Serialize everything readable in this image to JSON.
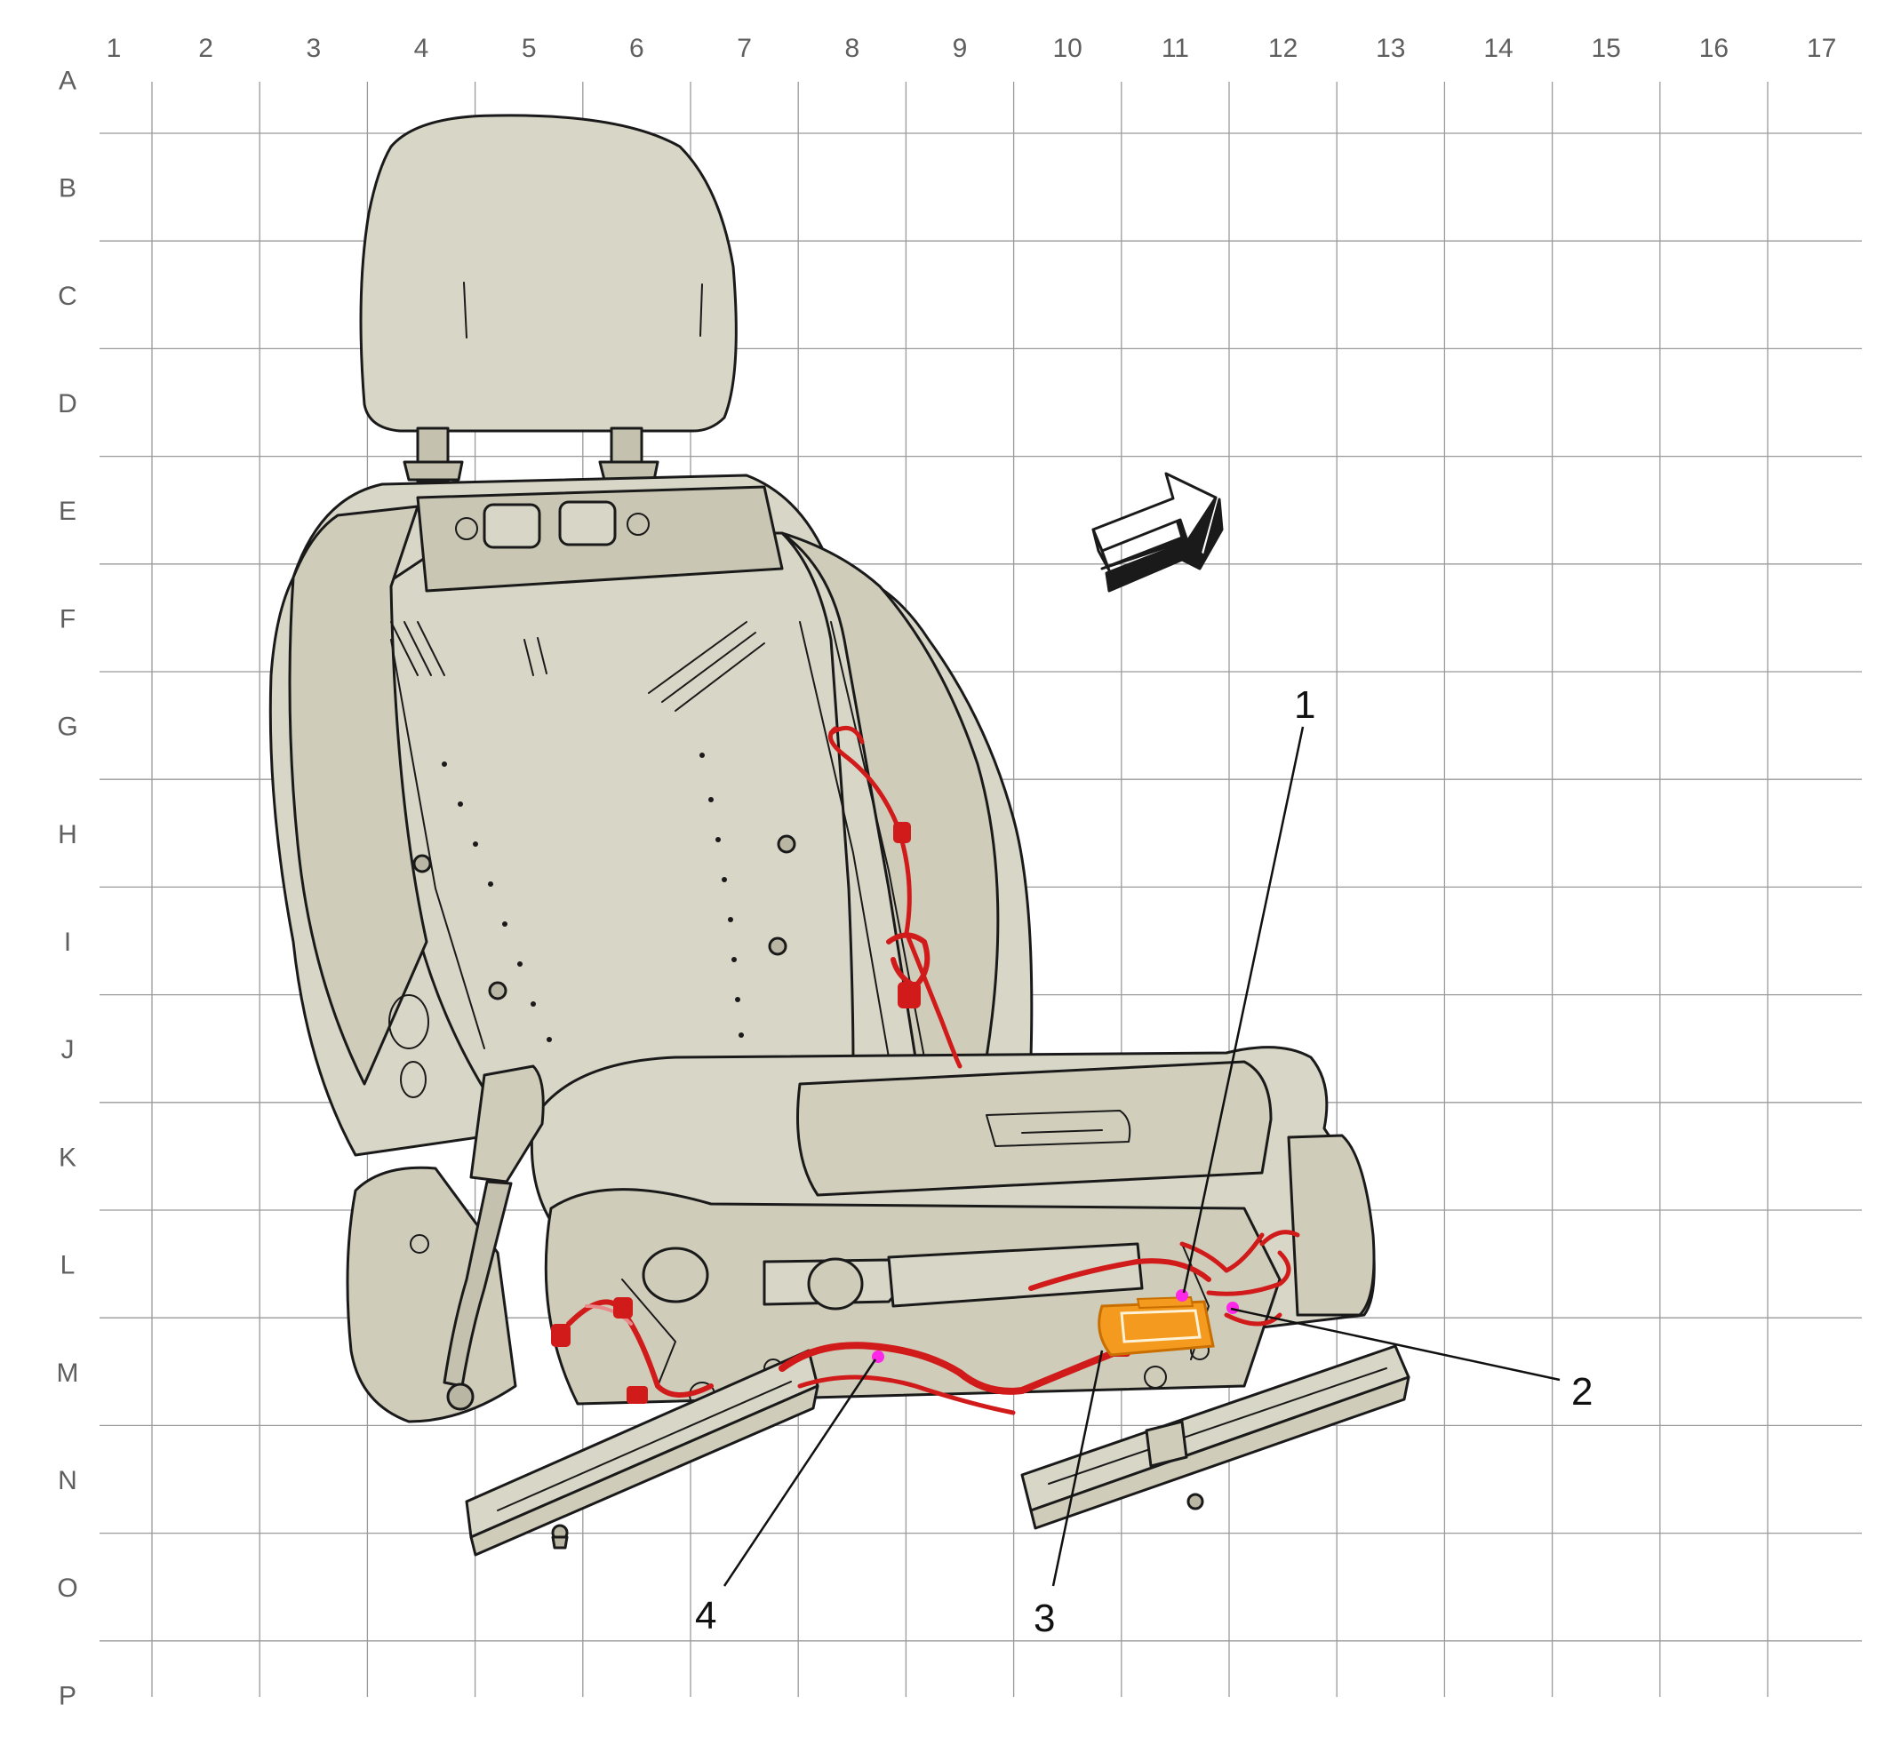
{
  "grid": {
    "columns": [
      "1",
      "2",
      "3",
      "4",
      "5",
      "6",
      "7",
      "8",
      "9",
      "10",
      "11",
      "12",
      "13",
      "14",
      "15",
      "16",
      "17"
    ],
    "rows": [
      "A",
      "B",
      "C",
      "D",
      "E",
      "F",
      "G",
      "H",
      "I",
      "J",
      "K",
      "L",
      "M",
      "N",
      "O",
      "P"
    ]
  },
  "callouts": [
    {
      "id": "1",
      "label": "1"
    },
    {
      "id": "2",
      "label": "2"
    },
    {
      "id": "3",
      "label": "3"
    },
    {
      "id": "4",
      "label": "4"
    }
  ],
  "colors": {
    "seat_fill": "#d8d6c6",
    "seat_shadow": "#c4c1ae",
    "outline": "#1a1a1a",
    "harness": "#d11a1a",
    "harness_light": "#e98a8a",
    "module": "#f39a1f",
    "marker": "#ff27e8",
    "grid": "#9a9a9a",
    "label": "#5f5f5f"
  },
  "icons": {
    "direction_arrow": "front-direction-arrow-icon"
  }
}
